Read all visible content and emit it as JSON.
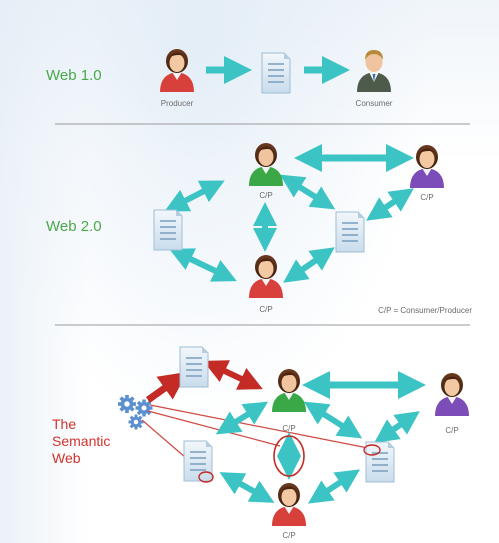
{
  "sections": {
    "web1": {
      "title": "Web 1.0",
      "producer": "Producer",
      "consumer": "Consumer"
    },
    "web2": {
      "title": "Web 2.0",
      "node_label": "C/P",
      "legend": "C/P = Consumer/Producer"
    },
    "semantic": {
      "title_line1": "The",
      "title_line2": "Semantic",
      "title_line3": "Web",
      "node_label": "C/P"
    }
  },
  "colors": {
    "teal_arrow": "#3cc4c4",
    "red_arrow": "#c42b25",
    "section_title": "#4aa84a",
    "semantic_title": "#d2322c",
    "divider": "#9a9a9a",
    "doc_fill": "#dbe8f3",
    "doc_lines": "#8fb0cc",
    "gear": "#5b8fd0"
  },
  "icons": {
    "person_producer": "person-red-icon",
    "person_consumer": "person-green-icon",
    "person_purple": "person-purple-icon",
    "document": "document-icon",
    "gears": "gears-icon"
  }
}
